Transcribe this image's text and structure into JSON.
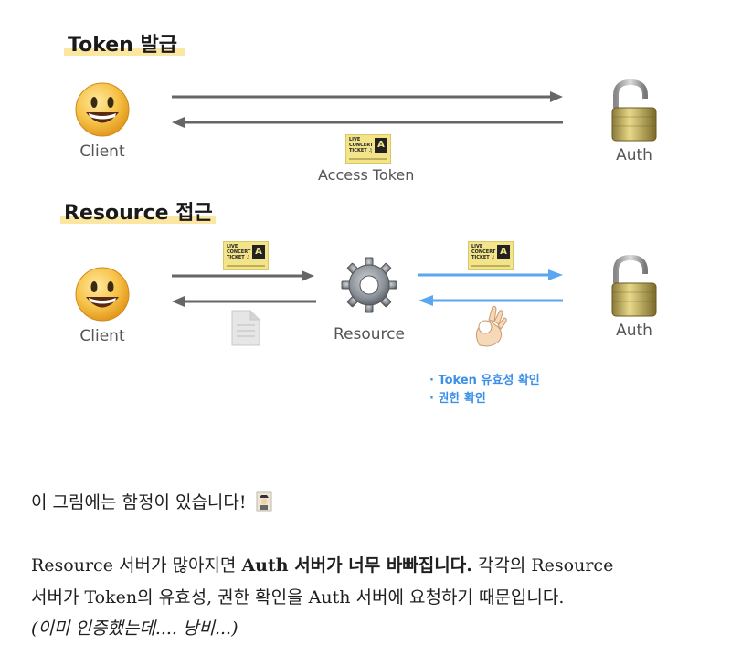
{
  "diagram": {
    "section1": {
      "title": "Token 발급",
      "client_label": "Client",
      "auth_label": "Auth",
      "token_label": "Access Token"
    },
    "section2": {
      "title": "Resource 접근",
      "client_label": "Client",
      "resource_label": "Resource",
      "auth_label": "Auth",
      "notes": [
        "· Token 유효성 확인",
        "· 권한 확인"
      ]
    },
    "ticket": {
      "text": "LIVE\nCONCERT\nTICKET ♫",
      "badge": "A"
    },
    "colors": {
      "arrow_gray": "#666666",
      "arrow_blue": "#5aa6f0",
      "highlight": "#fbe7a1",
      "note_blue": "#3b8fe8"
    }
  },
  "text": {
    "line1": "이 그림에는 함정이 있습니다!",
    "p1_a": "Resource 서버가 많아지면 ",
    "p1_b": "Auth 서버가 너무 바빠집니다.",
    "p1_c": " 각각의 Resource",
    "p2": "서버가 Token의 유효성, 권한 확인을 Auth 서버에 요청하기 때문입니다.",
    "p3": "(이미 인증했는데.... 낭비...)"
  }
}
